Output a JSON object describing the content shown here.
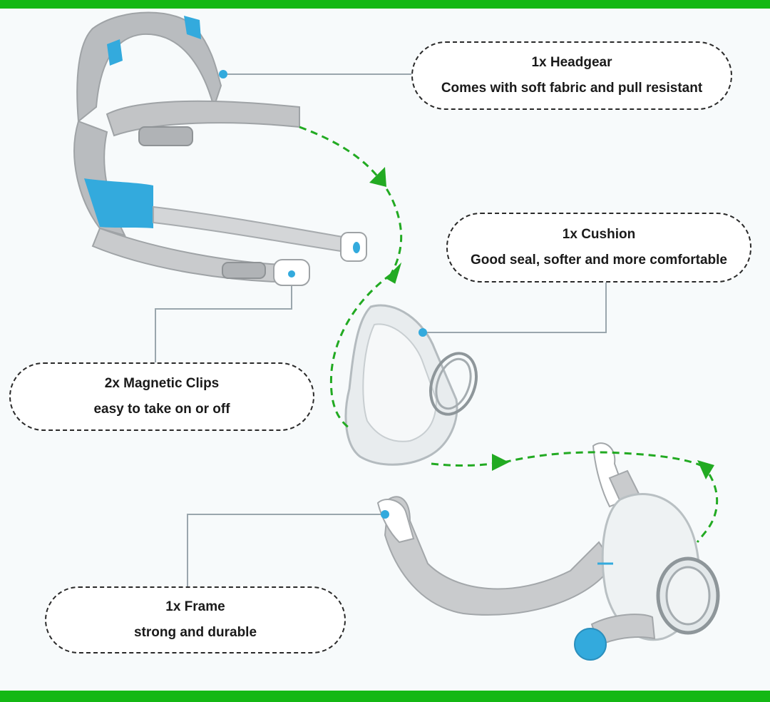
{
  "colors": {
    "frame_green": "#14b814",
    "arrow_green": "#22aa22",
    "accent_blue": "#33aadd",
    "strap_gray": "#c2c4c6",
    "connector_line": "#9aa6ad"
  },
  "callouts": {
    "headgear": {
      "title": "1x Headgear",
      "desc": "Comes with soft fabric and pull resistant"
    },
    "cushion": {
      "title": "1x Cushion",
      "desc": "Good seal, softer and more comfortable"
    },
    "clips": {
      "title": "2x Magnetic Clips",
      "desc": "easy to take on or off"
    },
    "frame": {
      "title": "1x Frame",
      "desc": "strong and durable"
    }
  },
  "icons": {
    "headgear": "headgear-illustration",
    "cushion": "cushion-illustration",
    "frame": "frame-illustration",
    "arrows": "dashed-arrow-icon"
  }
}
